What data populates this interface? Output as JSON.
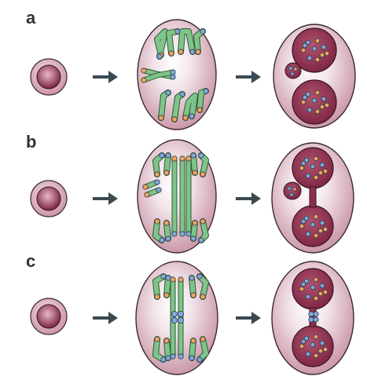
{
  "panels": [
    {
      "label": "a",
      "variant": "chromosome-lagging"
    },
    {
      "label": "b",
      "variant": "anaphase-bridge-with-fragment"
    },
    {
      "label": "c",
      "variant": "dicentric-bridge"
    }
  ],
  "colors": {
    "cell_fill_outer": "#c68ea0",
    "cell_fill_inner": "#f3e6ec",
    "cell_stroke": "#3a2a30",
    "nucleus_fill": "#8a2e4f",
    "nucleus_stroke": "#3a1420",
    "chromosome_fill": "#7fc48a",
    "chromosome_stroke": "#2e5a33",
    "telomere_blue": "#7fa9d8",
    "telomere_orange": "#f0a45a",
    "arrow": "#3b4a52"
  }
}
